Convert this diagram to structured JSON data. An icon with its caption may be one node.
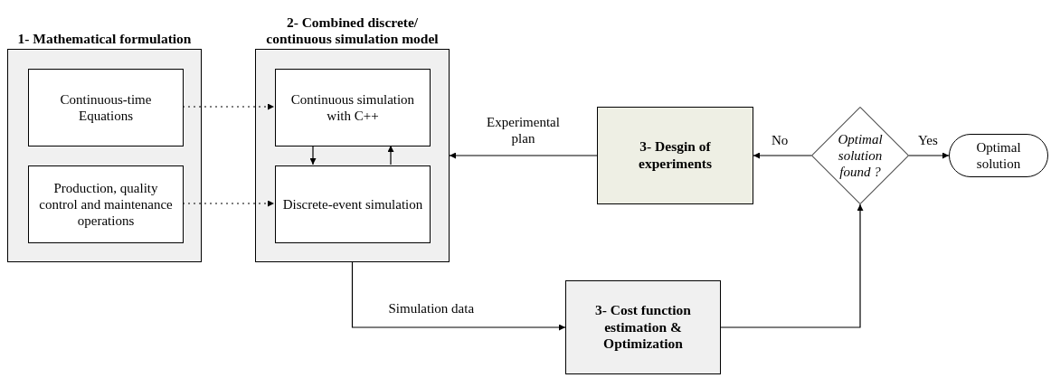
{
  "diagram": {
    "nodes": [
      {
        "text": [
          "1- Mathematical formulation"
        ]
      },
      {
        "text": [
          "Continuous-time Equations"
        ],
        "in": 0
      },
      {
        "text": [
          "Production, quality control and maintenance operations"
        ],
        "in": 0
      },
      {
        "text": [
          "2- Combined discrete/ continuous simulation model"
        ]
      },
      {
        "text": [
          "Continuous simulation with C++"
        ],
        "in": 3
      },
      {
        "text": [
          "Discrete-event simulation"
        ],
        "in": 3
      },
      {
        "text": [
          "3- Desgin of experiments"
        ]
      },
      {
        "text": [
          "Optimal solution found ?"
        ]
      },
      {
        "text": [
          "Optimal solution"
        ]
      },
      {
        "text": [
          "3- Cost function estimation & Optimization"
        ]
      }
    ],
    "edges": [
      {
        "from": 1,
        "to": 4,
        "arrow": "to",
        "style": "dashed"
      },
      {
        "from": 2,
        "to": 5,
        "arrow": "to",
        "style": "dashed"
      },
      {
        "from": 4,
        "to": 5,
        "arrow": "to"
      },
      {
        "from": 5,
        "to": 4,
        "arrow": "to"
      },
      {
        "from": 6,
        "to": 3,
        "arrow": "to",
        "label": "Experimental plan"
      },
      {
        "from": 7,
        "to": 6,
        "arrow": "to",
        "label": "No"
      },
      {
        "from": 7,
        "to": 8,
        "arrow": "to",
        "label": "Yes"
      },
      {
        "from": 3,
        "to": 9,
        "arrow": "to",
        "label": "Simulation data"
      },
      {
        "from": 9,
        "to": 7,
        "arrow": "to"
      }
    ]
  }
}
